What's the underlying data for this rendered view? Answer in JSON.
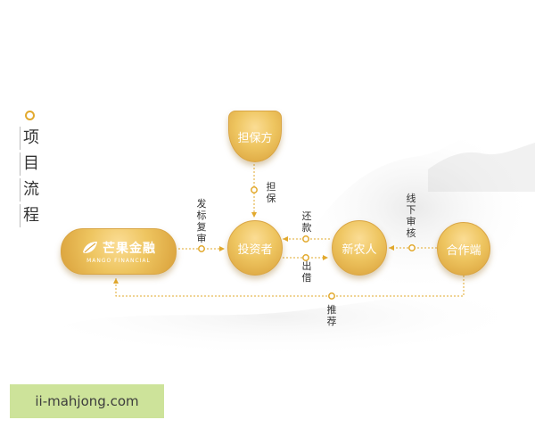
{
  "section_title": [
    "项",
    "目",
    "流",
    "程"
  ],
  "nodes": {
    "guarantor": "担保方",
    "investor": "投资者",
    "new_farmer": "新农人",
    "partner": "合作端",
    "platform": {
      "name_cn": "芒果金融",
      "name_en": "MANGO FINANCIAL"
    }
  },
  "edges": {
    "review": "发标复审",
    "guarantee": "担保",
    "repay": "还款",
    "lend": "出借",
    "offline_review": "线下审核",
    "recommend": "推荐"
  },
  "footer": {
    "text": "ii-mahjong.com"
  },
  "colors": {
    "gold": "#e6b64c",
    "gold_dark": "#d9a03a",
    "line": "#e2a92d",
    "footer_bg": "#cde39a"
  }
}
